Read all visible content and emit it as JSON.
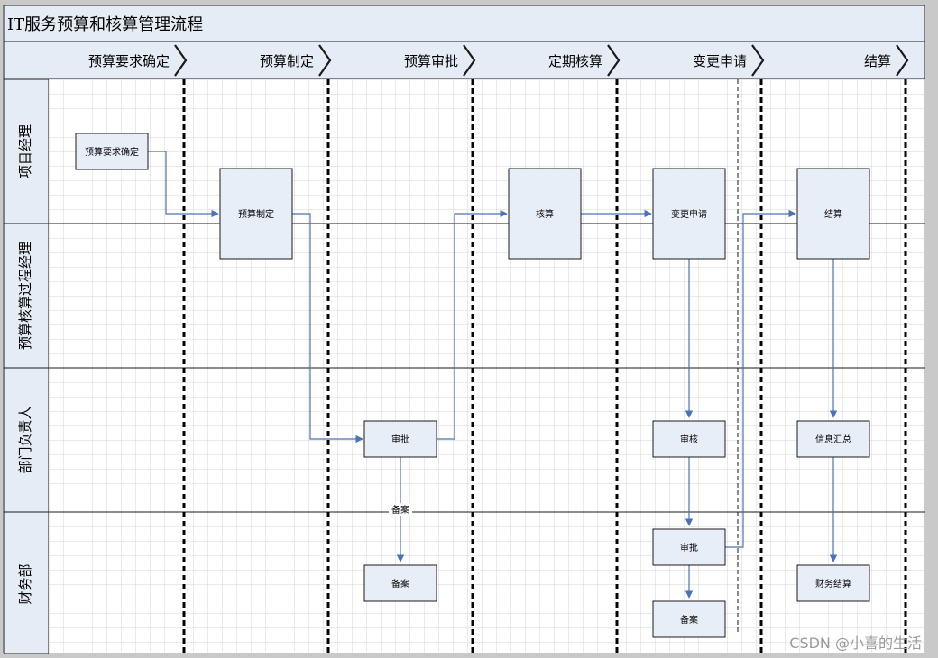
{
  "title": "IT服务预算和核算管理流程",
  "phases": [
    "预算要求确定",
    "预算制定",
    "预算审批",
    "定期核算",
    "变更申请",
    "结算"
  ],
  "lanes": [
    "项目经理",
    "预算核算过程经理",
    "部门负责人",
    "财务部"
  ],
  "nodes": {
    "budget_req": "预算要求确定",
    "budget_make": "预算制定",
    "approve1": "审批",
    "file1": "备案",
    "accounting": "核算",
    "change_req": "变更申请",
    "review": "审核",
    "approve2": "审批",
    "file2": "备案",
    "settle": "结算",
    "info_sum": "信息汇总",
    "fin_settle": "财务结算"
  },
  "edge_labels": {
    "file_edge": "备案"
  },
  "watermark": "CSDN @小喜的生活",
  "colors": {
    "header_bg": "#e6ecf5",
    "node_fill": "#e8eef7",
    "node_border": "#1a1a1a",
    "connector": "#4a72b8",
    "grid": "#d4d4d4",
    "lane_line": "#1a1a1a"
  }
}
